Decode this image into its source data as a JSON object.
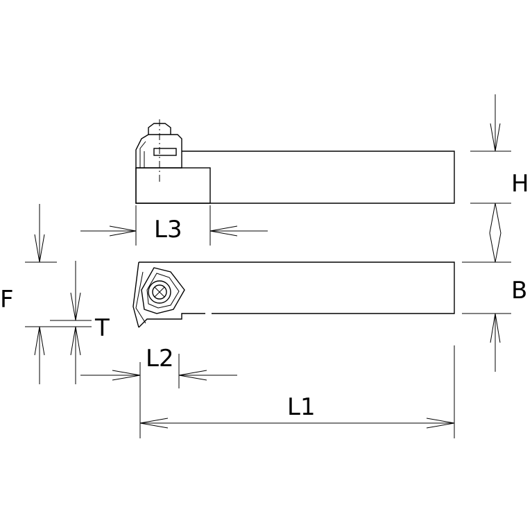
{
  "diagram": {
    "labels": {
      "H": "H",
      "B": "B",
      "F": "F",
      "T": "T",
      "L1": "L1",
      "L2": "L2",
      "L3": "L3"
    },
    "colors": {
      "line": "#000000",
      "background": "#ffffff"
    },
    "views": [
      "top-view",
      "side-view"
    ]
  }
}
